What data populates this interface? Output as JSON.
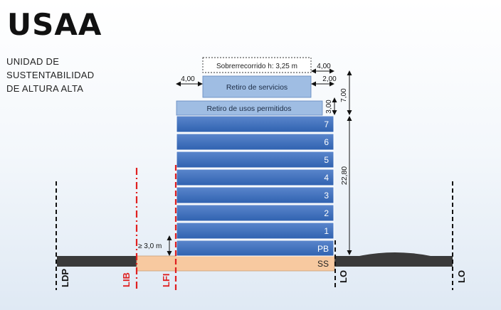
{
  "header": {
    "title": "USAA",
    "subtitle_lines": [
      "UNIDAD DE",
      "SUSTENTABILIDAD",
      "DE ALTURA ALTA"
    ]
  },
  "building": {
    "sobrerrecorrido_label": "Sobrerrecorrido h: 3,25 m",
    "retiro_servicios_label": "Retiro de servicios",
    "retiro_usos_label": "Retiro de usos permitidos",
    "floors": [
      "7",
      "6",
      "5",
      "4",
      "3",
      "2",
      "1",
      "PB"
    ],
    "basement": "SS"
  },
  "dimensions": {
    "sobrerrecorrido_offset": "4,00",
    "servicios_setback_left": "4,00",
    "servicios_setback_right": "2,00",
    "usos_height": "3,00",
    "upper_total": "7,00",
    "main_height": "22,80",
    "min_gap": "≥ 3,0 m"
  },
  "lines": {
    "ldp": "LDP",
    "lib": "LIB",
    "lfi": "LFI",
    "lo_center": "LO",
    "lo_right": "LO"
  },
  "colors": {
    "floor_top": "#5b86cc",
    "floor_bottom": "#2f62b0",
    "retiro": "#9fbde3",
    "basement": "#f7c9a0",
    "ground": "#3a3a3a",
    "red_line": "#e02020",
    "dim_line": "#111111"
  }
}
